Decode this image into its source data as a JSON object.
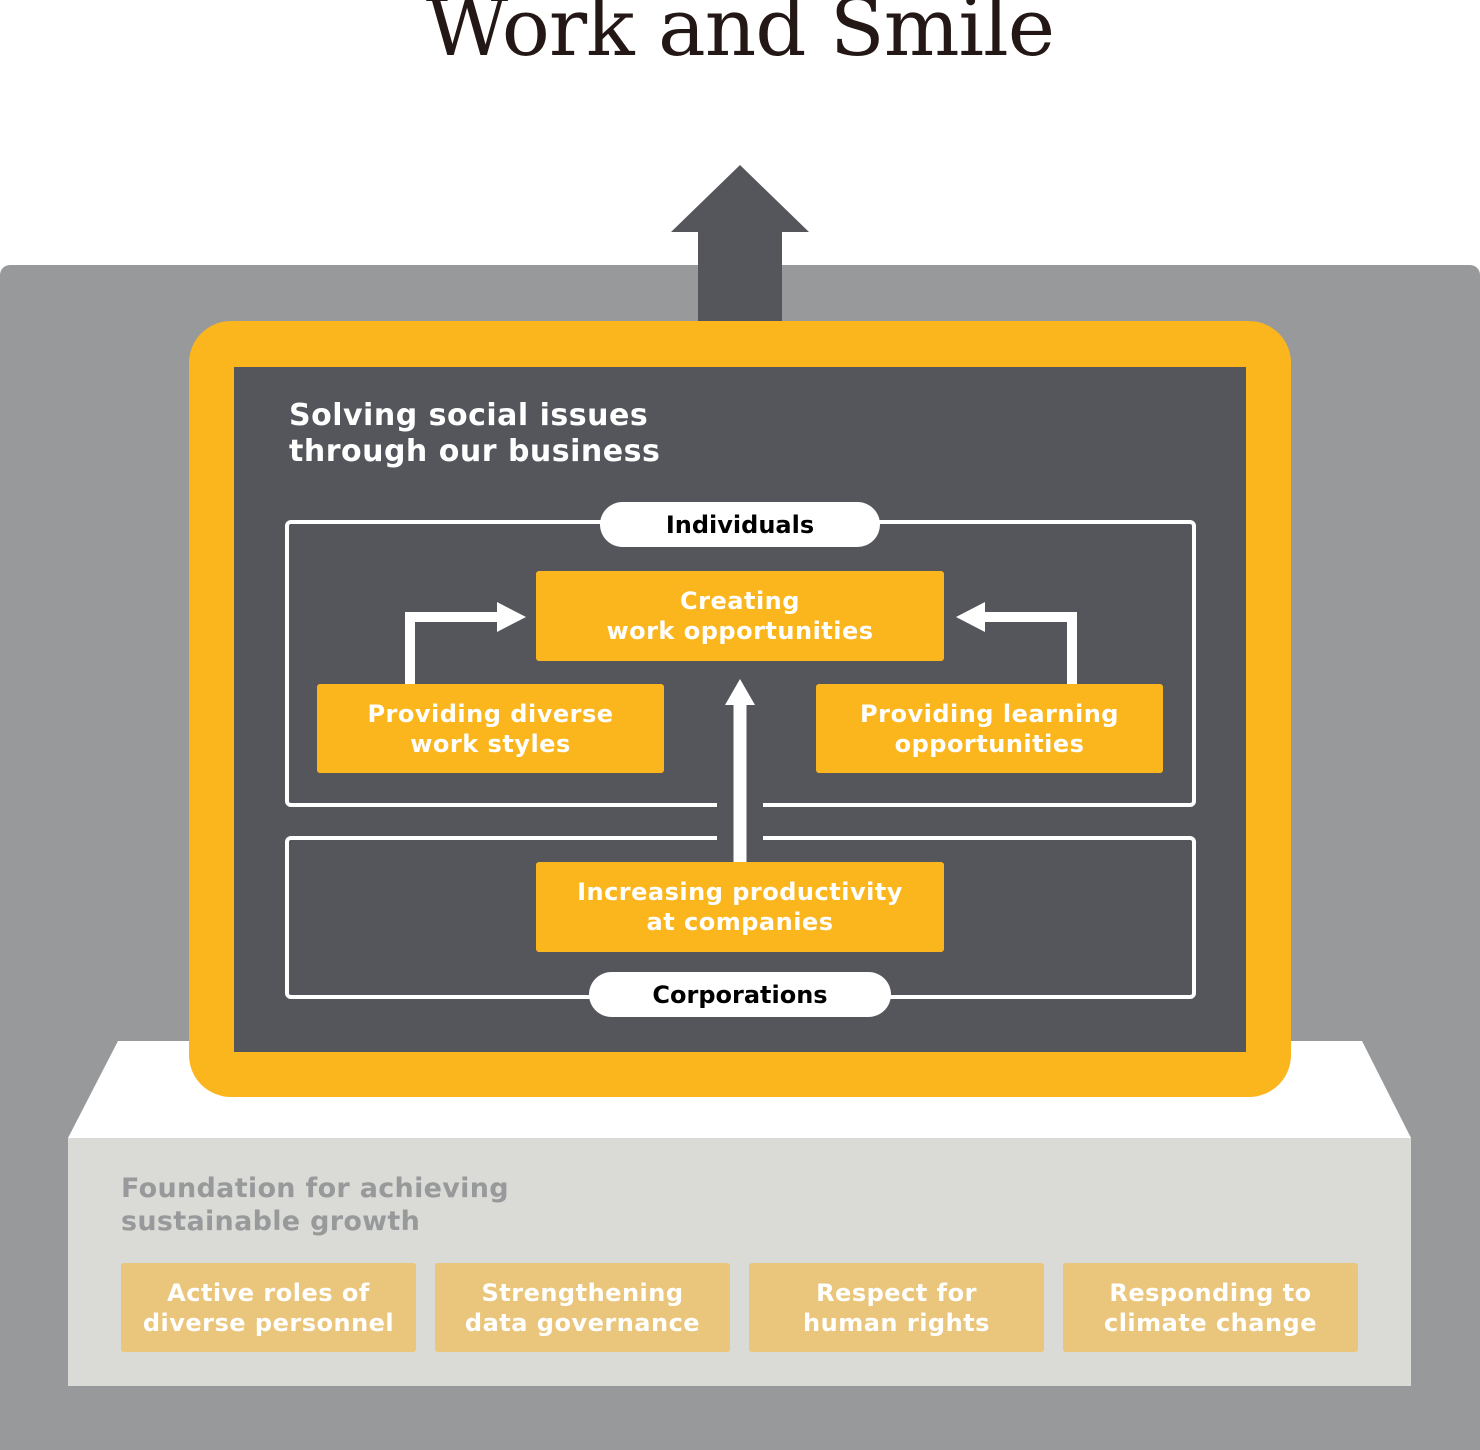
{
  "title": "Work and Smile",
  "panel": {
    "title_lines": [
      "Solving social issues",
      "through our business"
    ],
    "individuals_label": "Individuals",
    "corporations_label": "Corporations",
    "creating": [
      "Creating",
      "work opportunities"
    ],
    "diverse": [
      "Providing diverse",
      "work styles"
    ],
    "learning": [
      "Providing learning",
      "opportunities"
    ],
    "productivity": [
      "Increasing productivity",
      "at companies"
    ]
  },
  "foundation": {
    "title_lines": [
      "Foundation for achieving",
      "sustainable growth"
    ],
    "items": [
      [
        "Active roles of",
        "diverse personnel"
      ],
      [
        "Strengthening",
        "data governance"
      ],
      [
        "Respect for",
        "human rights"
      ],
      [
        "Responding to",
        "climate change"
      ]
    ]
  },
  "colors": {
    "yellow": "#fbb61e",
    "dark_gray": "#54565b",
    "mid_gray": "#98999b",
    "light_gray": "#dadad6",
    "pale_yellow": "#eac67c"
  }
}
